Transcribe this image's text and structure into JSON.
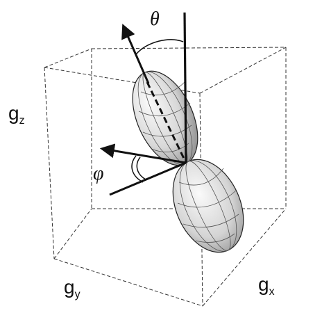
{
  "labels": {
    "theta": "θ",
    "phi": "φ",
    "gz": {
      "base": "g",
      "sub": "z"
    },
    "gy": {
      "base": "g",
      "sub": "y"
    },
    "gx": {
      "base": "g",
      "sub": "x"
    }
  },
  "colors": {
    "stroke": "#111111",
    "cube_edge": "#333333",
    "lobe_light": "#f4f4f4",
    "lobe_dark": "#8a8a8a"
  }
}
